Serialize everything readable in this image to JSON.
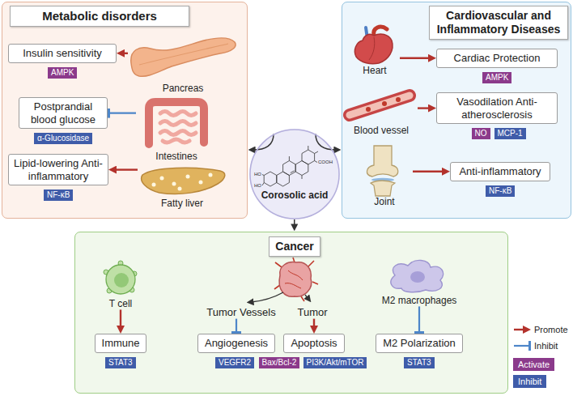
{
  "diagram": {
    "nodes": [
      {
        "text": [
          "Metabolic disorders"
        ]
      },
      {
        "text": [
          "Insulin sensitivity"
        ],
        "in": 0
      },
      {
        "text": [
          "AMPK"
        ],
        "in": 0
      },
      {
        "text": [
          "Pancreas"
        ],
        "in": 0
      },
      {
        "text": [
          "Postprandial blood glucose"
        ],
        "in": 0
      },
      {
        "text": [
          "α-Glucosidase"
        ],
        "in": 0
      },
      {
        "text": [
          "Intestines"
        ],
        "in": 0
      },
      {
        "text": [
          "Lipid-lowering Anti-inflammatory"
        ],
        "in": 0
      },
      {
        "text": [
          "NF-κB"
        ],
        "in": 0
      },
      {
        "text": [
          "Fatty liver"
        ],
        "in": 0
      },
      {
        "text": [
          "Corosolic acid"
        ]
      },
      {
        "text": [
          "Cardiovascular and Inflammatory Diseases"
        ]
      },
      {
        "text": [
          "Heart"
        ],
        "in": 11
      },
      {
        "text": [
          "Cardiac Protection"
        ],
        "in": 11
      },
      {
        "text": [
          "AMPK"
        ],
        "in": 11
      },
      {
        "text": [
          "Blood vessel"
        ],
        "in": 11
      },
      {
        "text": [
          "Vasodilation Anti-atherosclerosis"
        ],
        "in": 11
      },
      {
        "text": [
          "NO"
        ],
        "in": 11
      },
      {
        "text": [
          "MCP-1"
        ],
        "in": 11
      },
      {
        "text": [
          "Joint"
        ],
        "in": 11
      },
      {
        "text": [
          "Anti-inflammatory"
        ],
        "in": 11
      },
      {
        "text": [
          "NF-κB"
        ],
        "in": 11
      },
      {
        "text": [
          "Cancer"
        ]
      },
      {
        "text": [
          "T cell"
        ],
        "in": 22
      },
      {
        "text": [
          "Immune"
        ],
        "in": 22
      },
      {
        "text": [
          "STAT3"
        ],
        "in": 22
      },
      {
        "text": [
          "Tumor Vessels"
        ],
        "in": 22
      },
      {
        "text": [
          "Tumor"
        ],
        "in": 22
      },
      {
        "text": [
          "Angiogenesis"
        ],
        "in": 22
      },
      {
        "text": [
          "VEGFR2"
        ],
        "in": 22
      },
      {
        "text": [
          "Apoptosis"
        ],
        "in": 22
      },
      {
        "text": [
          "Bax/Bcl-2"
        ],
        "in": 22
      },
      {
        "text": [
          "PI3K/Akt/mTOR"
        ],
        "in": 22
      },
      {
        "text": [
          "M2 macrophages"
        ],
        "in": 22
      },
      {
        "text": [
          "M2 Polarization"
        ],
        "in": 22
      },
      {
        "text": [
          "STAT3"
        ],
        "in": 22
      }
    ],
    "edges": [
      {
        "from": 3,
        "to": 1,
        "arrow": "to"
      },
      {
        "from": 6,
        "to": 4,
        "arrow": "to"
      },
      {
        "from": 9,
        "to": 7,
        "arrow": "to"
      },
      {
        "from": 10,
        "to": 0,
        "arrow": "to"
      },
      {
        "from": 10,
        "to": 11,
        "arrow": "to"
      },
      {
        "from": 10,
        "to": 22,
        "arrow": "to"
      },
      {
        "from": 12,
        "to": 13,
        "arrow": "to"
      },
      {
        "from": 15,
        "to": 16,
        "arrow": "to"
      },
      {
        "from": 19,
        "to": 20,
        "arrow": "to"
      },
      {
        "from": 23,
        "to": 24,
        "arrow": "to"
      },
      {
        "from": 26,
        "to": 28,
        "arrow": "to"
      },
      {
        "from": 27,
        "to": 30,
        "arrow": "to"
      },
      {
        "from": 33,
        "to": 34,
        "arrow": "to"
      }
    ],
    "labels": [
      "HO",
      "HO",
      "COOH"
    ],
    "legend": [
      {
        "text": "Promote"
      },
      {
        "text": "Inhibit"
      },
      {
        "text": "Activate",
        "color": "#8b3a8b"
      },
      {
        "text": "Inhibit",
        "color": "#3f5ca9"
      }
    ]
  }
}
